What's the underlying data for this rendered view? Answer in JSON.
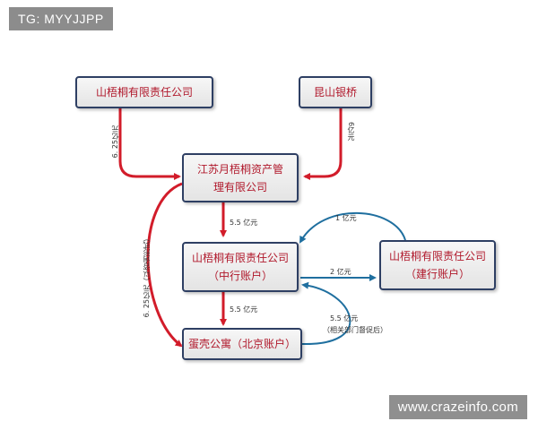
{
  "watermark": "TG: MYYJJPP",
  "site": "www.crazeinfo.com",
  "nodes": {
    "top_left": "山梧桐有限责任公司",
    "top_right": "昆山银桥",
    "center_line1": "江苏月梧桐资产管",
    "center_line2": "理有限公司",
    "middle_line1": "山梧桐有限责任公司",
    "middle_line2": "（中行账户）",
    "right_line1": "山梧桐有限责任公司",
    "right_line2": "（建行账户）",
    "bottom": "蛋壳公寓（北京账户）"
  },
  "edges": {
    "left_top": "6. 25亿元",
    "right_top": "6亿元",
    "left_long": "6. 25亿元（以咨询形式）",
    "center_down": "5.5 亿元",
    "middle_down": "5.5 亿元",
    "to_right": "2 亿元",
    "from_right": "1 亿元",
    "blue_back_line1": "5.5 亿元",
    "blue_back_line2": "（相关部门督促后）"
  },
  "colors": {
    "red_arrow": "#d21c2a",
    "blue_arrow": "#1f6f9f",
    "node_text": "#b0182b",
    "node_border": "#2e3f63"
  }
}
